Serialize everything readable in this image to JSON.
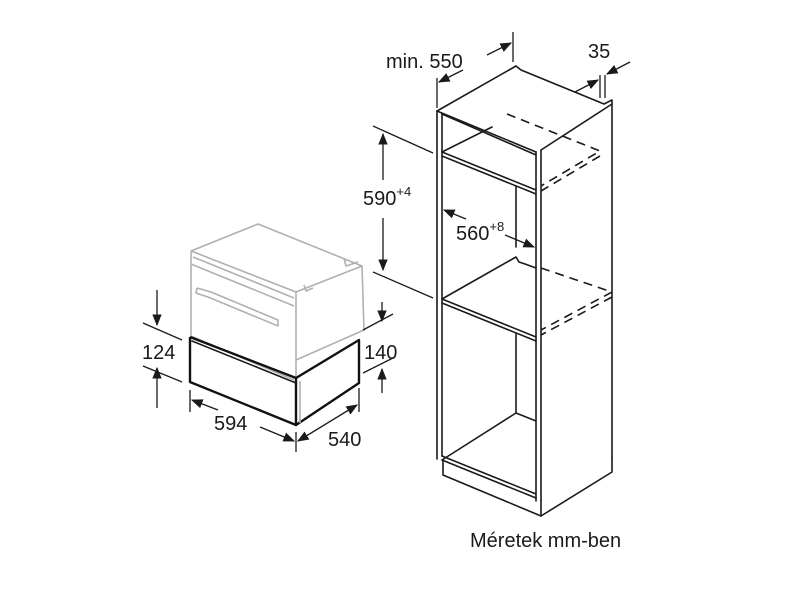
{
  "diagram": {
    "type": "installation-dimensions",
    "caption": "Méretek mm-ben",
    "drawer": {
      "height_front": "124",
      "height_side": "140",
      "width": "594",
      "depth": "540"
    },
    "cabinet": {
      "depth_label": "min. 550",
      "rear_gap": "35",
      "niche_height": "590",
      "niche_height_tolerance": "+4",
      "niche_width": "560",
      "niche_width_tolerance": "+8"
    },
    "colors": {
      "line": "#1a1a1a",
      "oven_outline": "#b0b0b0",
      "background": "#ffffff"
    }
  }
}
